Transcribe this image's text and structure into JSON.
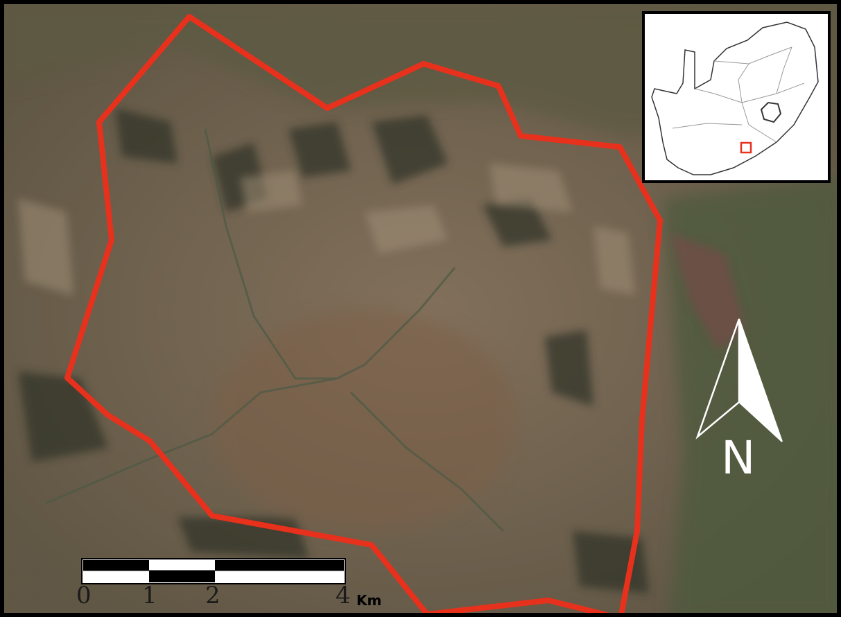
{
  "map": {
    "study_area_outline_color": "#e8311c",
    "inset_highlight_color": "#e8311c",
    "north_arrow": {
      "label": "N",
      "color": "#ffffff"
    },
    "scale_bar": {
      "ticks": [
        "0",
        "1",
        "2",
        "4"
      ],
      "unit": "Km"
    },
    "inset": {
      "region": "South Africa",
      "icon": "country-outline-icon"
    }
  }
}
